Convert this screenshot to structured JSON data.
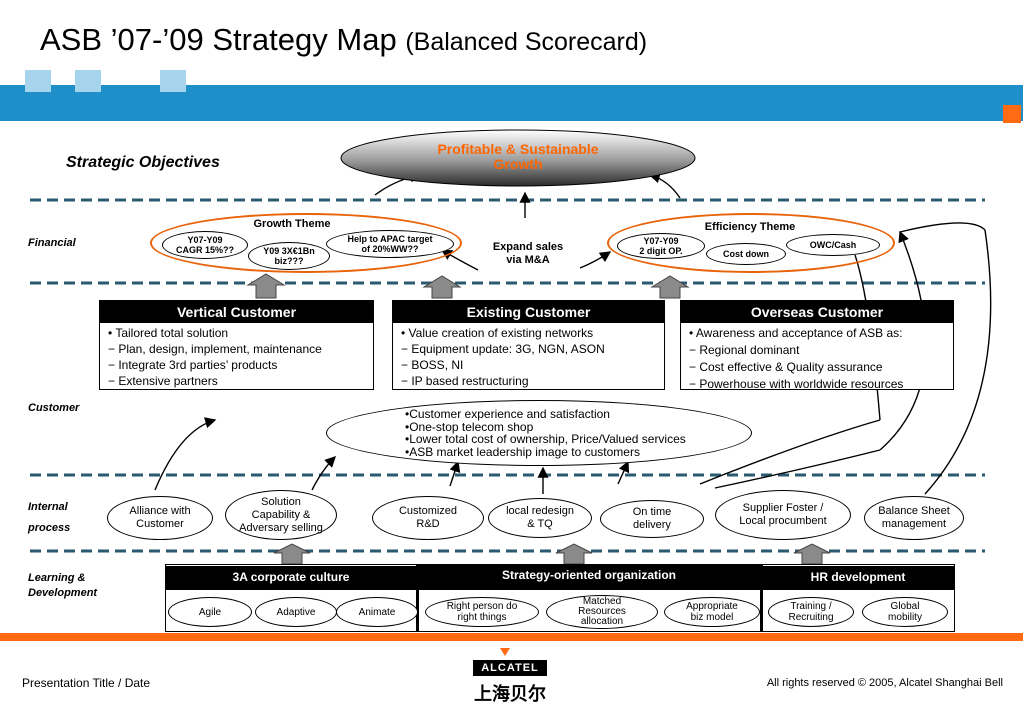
{
  "header": {
    "title_main": "ASB ’07-’09 Strategy Map",
    "title_sub": "(Balanced Scorecard)"
  },
  "colors": {
    "banner_blue": "#1e8fc8",
    "accent_orange": "#ff6a13",
    "ellipse_orange": "#e8630a",
    "dash_line": "#2a5a70",
    "goal_text": "#ff6600"
  },
  "objectives_heading": "Strategic Objectives",
  "top_goal": {
    "line1": "Profitable & Sustainable",
    "line2": "Growth"
  },
  "lanes": {
    "financial": "Financial",
    "customer": "Customer",
    "internal_1": "Internal",
    "internal_2": "process",
    "learning_1": "Learning &",
    "learning_2": "Development"
  },
  "financial": {
    "growth_theme": {
      "label": "Growth Theme",
      "cagr_1": "Y07-Y09",
      "cagr_2": "CAGR 15%??",
      "biz_1": "Y09  3X€1Bn",
      "biz_2": "biz???",
      "apac_1": "Help to APAC target",
      "apac_2": "of  20%WW??"
    },
    "expand_1": "Expand sales",
    "expand_2": "via M&A",
    "efficiency_theme": {
      "label": "Efficiency Theme",
      "op_1": "Y07-Y09",
      "op_2": "2 digit  OP.",
      "cost": "Cost down",
      "owc": "OWC/Cash"
    }
  },
  "customer_boxes": [
    {
      "title": "Vertical Customer",
      "items": [
        "• Tailored total solution",
        "− Plan, design, implement, maintenance",
        "− Integrate 3rd parties’ products",
        "− Extensive partners"
      ]
    },
    {
      "title": "Existing Customer",
      "items": [
        "• Value creation of existing networks",
        "− Equipment update: 3G, NGN, ASON",
        "− BOSS, NI",
        "− IP based restructuring"
      ]
    },
    {
      "title": "Overseas Customer",
      "items": [
        "• Awareness and acceptance of ASB as:",
        "− Regional dominant",
        "− Cost effective & Quality assurance",
        "− Powerhouse with worldwide resources"
      ]
    }
  ],
  "customer_value": [
    "•Customer experience and satisfaction",
    "•One-stop telecom shop",
    "•Lower total cost of ownership, Price/Valued services",
    "•ASB market leadership image to customers"
  ],
  "internal": {
    "alliance_1": "Alliance with",
    "alliance_2": "Customer",
    "solution_1": "Solution",
    "solution_2": "Capability &",
    "solution_3": "Adversary selling",
    "rd_1": "Customized",
    "rd_2": "R&D",
    "redesign_1": "local redesign",
    "redesign_2": "& TQ",
    "ontime_1": "On time",
    "ontime_2": "delivery",
    "supplier_1": "Supplier Foster /",
    "supplier_2": "Local procumbent",
    "balance_1": "Balance Sheet",
    "balance_2": "management"
  },
  "learning": {
    "culture": "3A corporate culture",
    "org": "Strategy-oriented organization",
    "hr": "HR development",
    "agile": "Agile",
    "adaptive": "Adaptive",
    "animate": "Animate",
    "right_1": "Right person do",
    "right_2": "right things",
    "matched_1": "Matched",
    "matched_2": "Resources",
    "matched_3": "allocation",
    "approp_1": "Appropriate",
    "approp_2": "biz model",
    "training_1": "Training /",
    "training_2": "Recruiting",
    "global_1": "Global",
    "global_2": "mobility"
  },
  "footer": {
    "title": "Presentation Title  / Date",
    "copyright": "All rights reserved © 2005, Alcatel Shanghai Bell",
    "brand": "ALCATEL",
    "brand_cn": "上海贝尔"
  }
}
